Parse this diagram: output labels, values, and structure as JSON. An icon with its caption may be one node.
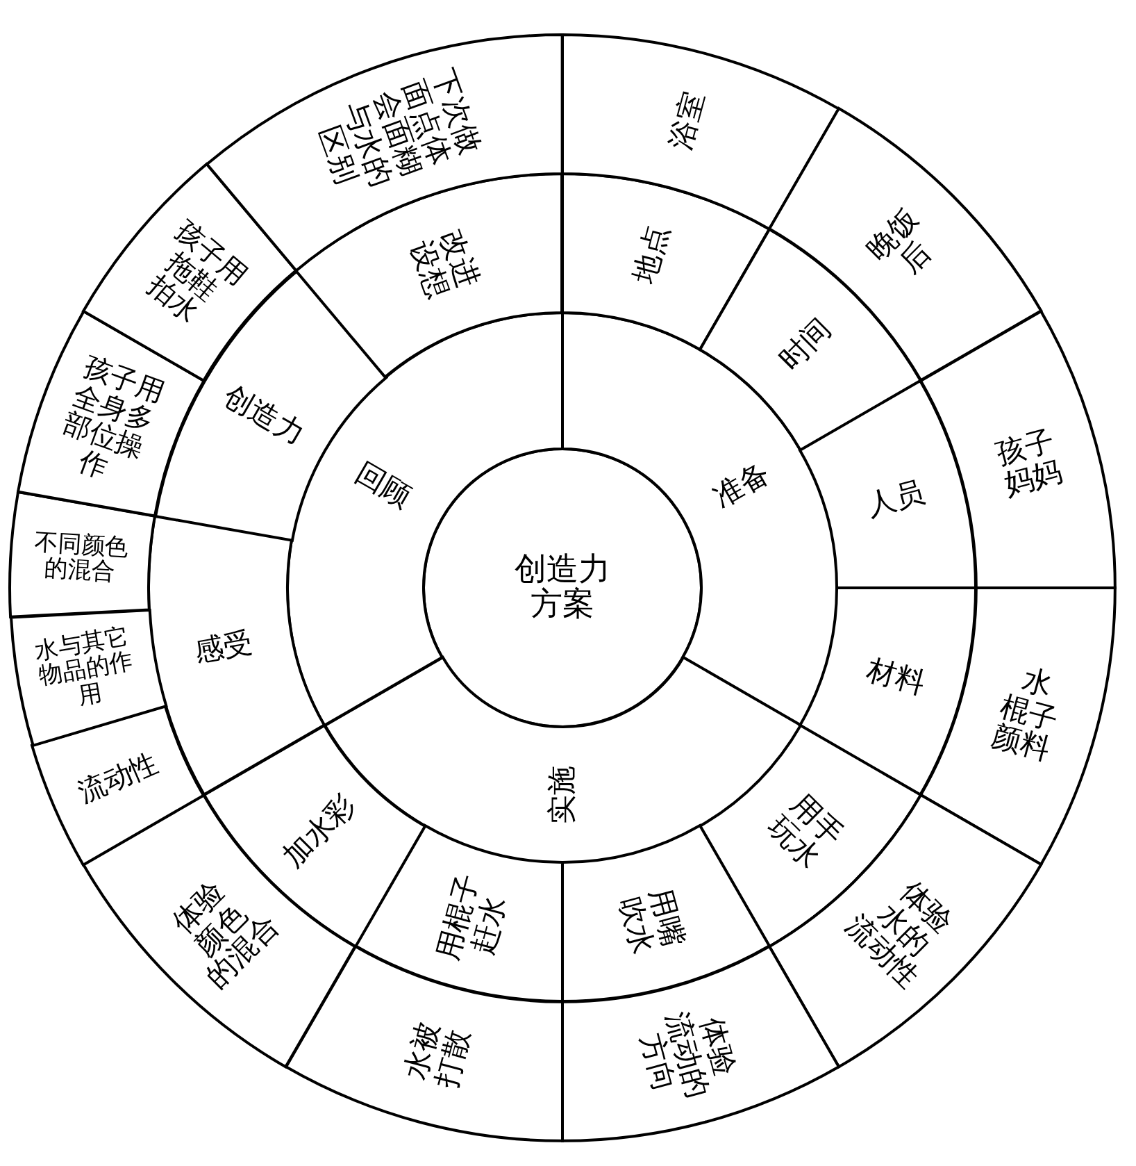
{
  "diagram": {
    "nodes": [
      {
        "text": [
          "创造力方案"
        ]
      },
      {
        "text": [
          "准备"
        ]
      },
      {
        "text": [
          "实施"
        ]
      },
      {
        "text": [
          "回顾"
        ]
      },
      {
        "text": [
          "地点"
        ]
      },
      {
        "text": [
          "时间"
        ]
      },
      {
        "text": [
          "人员"
        ]
      },
      {
        "text": [
          "材料"
        ]
      },
      {
        "text": [
          "用手玩水"
        ]
      },
      {
        "text": [
          "用嘴吹水"
        ]
      },
      {
        "text": [
          "用棍子赶水"
        ]
      },
      {
        "text": [
          "加水彩"
        ]
      },
      {
        "text": [
          "感受"
        ]
      },
      {
        "text": [
          "创造力"
        ]
      },
      {
        "text": [
          "改进设想"
        ]
      },
      {
        "text": [
          "浴室"
        ]
      },
      {
        "text": [
          "晚饭后"
        ]
      },
      {
        "text": [
          "孩子妈妈"
        ]
      },
      {
        "text": [
          "水棍子颜料"
        ]
      },
      {
        "text": [
          "体验水的流动性"
        ]
      },
      {
        "text": [
          "体验流动的方向"
        ]
      },
      {
        "text": [
          "水被打散"
        ]
      },
      {
        "text": [
          "体验颜色的混合"
        ]
      },
      {
        "text": [
          "流动性"
        ]
      },
      {
        "text": [
          "水与其它物品的作用"
        ]
      },
      {
        "text": [
          "不同颜色的混合"
        ]
      },
      {
        "text": [
          "孩子用全身多部位操作"
        ]
      },
      {
        "text": [
          "孩子用拖鞋拍水"
        ]
      },
      {
        "text": [
          "下次做面点体会面糊与水的区别"
        ]
      }
    ]
  }
}
